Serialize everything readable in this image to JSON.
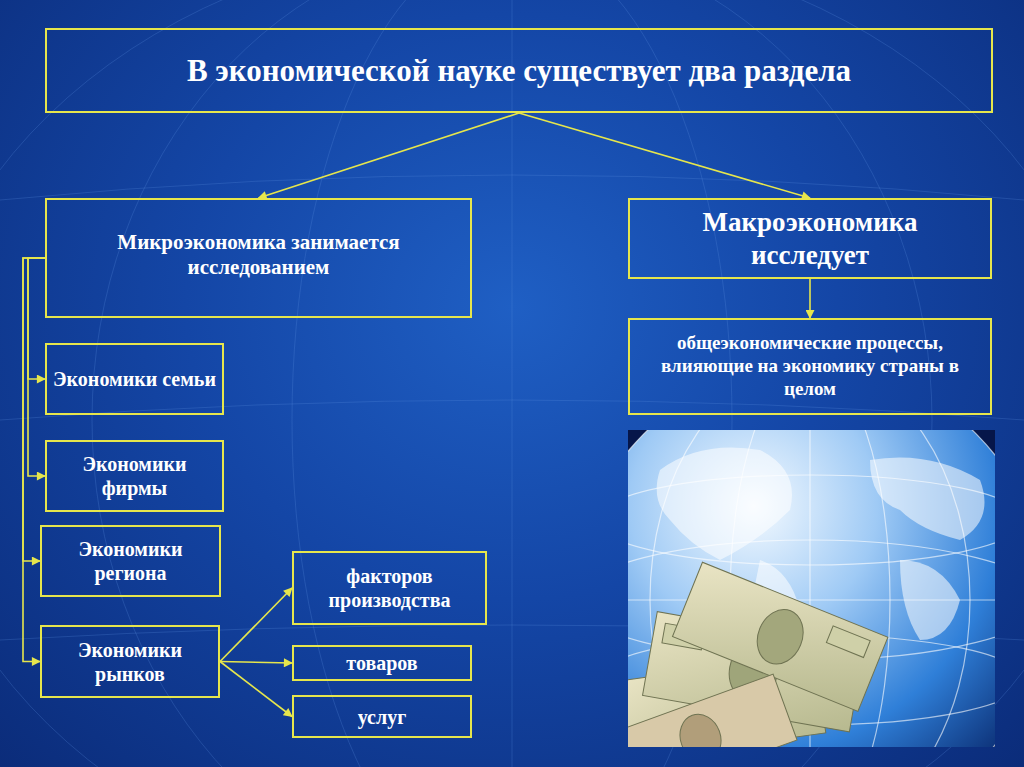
{
  "diagram": {
    "nodes": [
      {
        "text": [
          "В экономической науке существует два раздела"
        ]
      },
      {
        "text": [
          "Микроэкономика занимается исследованием"
        ]
      },
      {
        "text": [
          "Макроэкономика исследует"
        ]
      },
      {
        "text": [
          "общеэкономические процессы, влияющие на экономику страны в целом"
        ]
      },
      {
        "text": [
          "Экономики семьи"
        ]
      },
      {
        "text": [
          "Экономики фирмы"
        ]
      },
      {
        "text": [
          "Экономики региона"
        ]
      },
      {
        "text": [
          "Экономики рынков"
        ]
      },
      {
        "text": [
          "факторов производства"
        ]
      },
      {
        "text": [
          "товаров"
        ]
      },
      {
        "text": [
          "услуг"
        ]
      }
    ],
    "edges": [
      {
        "from": 0,
        "to": 1,
        "arrow": "to"
      },
      {
        "from": 0,
        "to": 2,
        "arrow": "to"
      },
      {
        "from": 2,
        "to": 3,
        "arrow": "to"
      },
      {
        "from": 1,
        "to": 4,
        "arrow": "to"
      },
      {
        "from": 1,
        "to": 5,
        "arrow": "to"
      },
      {
        "from": 1,
        "to": 6,
        "arrow": "to"
      },
      {
        "from": 1,
        "to": 7,
        "arrow": "to"
      },
      {
        "from": 7,
        "to": 8,
        "arrow": "to"
      },
      {
        "from": 7,
        "to": 9,
        "arrow": "to"
      },
      {
        "from": 7,
        "to": 10,
        "arrow": "to"
      }
    ]
  }
}
